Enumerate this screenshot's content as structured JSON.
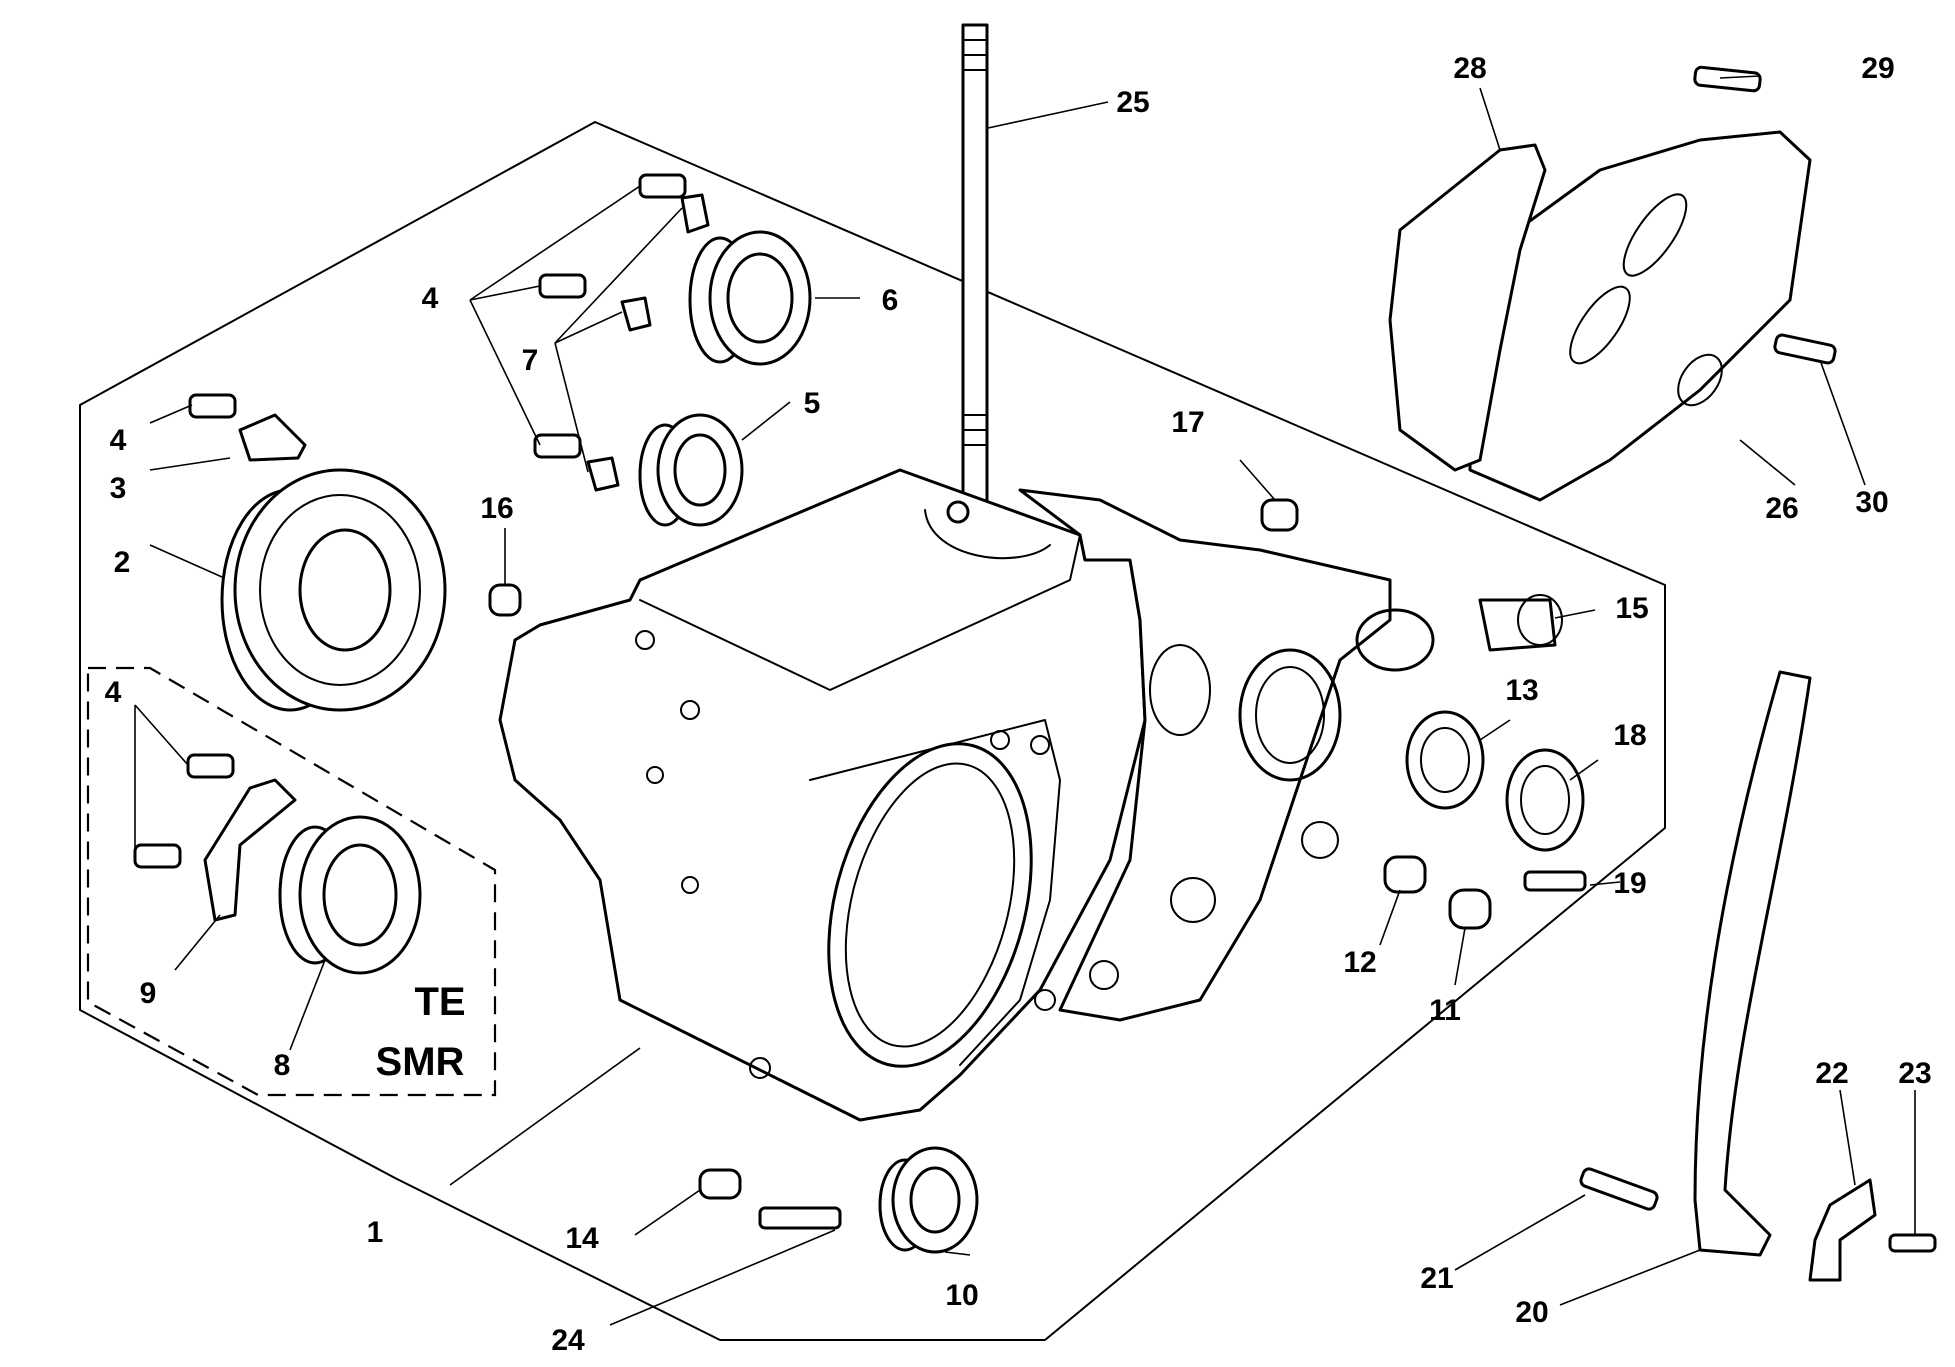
{
  "callouts": [
    "1",
    "2",
    "3",
    "4",
    "4",
    "4",
    "4",
    "5",
    "6",
    "7",
    "7",
    "8",
    "9",
    "10",
    "11",
    "12",
    "13",
    "14",
    "15",
    "16",
    "17",
    "18",
    "19",
    "20",
    "21",
    "22",
    "23",
    "24",
    "25",
    "26",
    "28",
    "29",
    "30"
  ],
  "variant_box": {
    "line1": "TE",
    "line2": "SMR"
  }
}
